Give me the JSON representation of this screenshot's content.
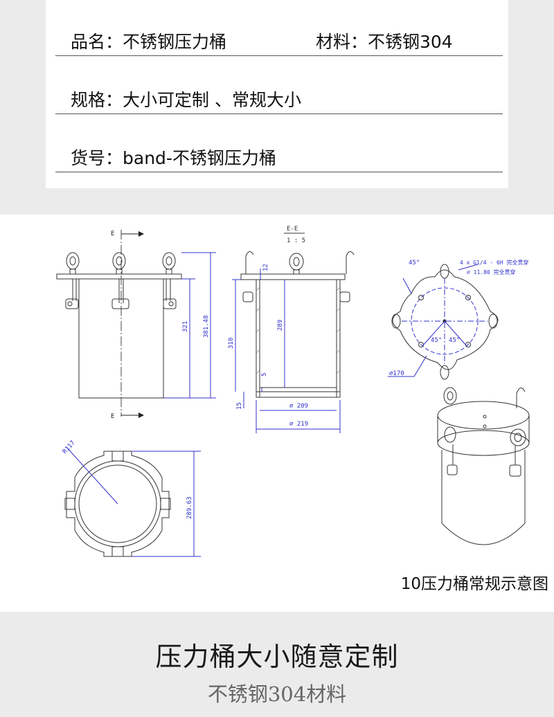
{
  "specs": {
    "name_label": "品名：不锈钢压力桶",
    "material_label": "材料：不锈钢304",
    "size_label": "规格：大小可定制 、常规大小",
    "item_label": "货号：band-不锈钢压力桶"
  },
  "drawing": {
    "section_marker": "E",
    "section_title": "E-E",
    "section_scale": "1 : 5",
    "dim_321": "321",
    "dim_381": "381.48",
    "dim_12": "12",
    "dim_289": "289",
    "dim_310": "310",
    "dim_5": "5",
    "dim_15": "15",
    "dim_d209": "⌀ 209",
    "dim_d219": "⌀ 219",
    "dim_r117": "R117",
    "dim_289_63": "289.63",
    "angle_45": "45°",
    "hole_spec_1": "4 x G1/4 - 6H 完全贯穿",
    "hole_spec_2": "⌀ 11.80 完全贯穿",
    "dim_d170": "⌀170",
    "caption": "10压力桶常规示意图"
  },
  "footer": {
    "title": "压力桶大小随意定制",
    "subtitle": "不锈钢304材料"
  }
}
